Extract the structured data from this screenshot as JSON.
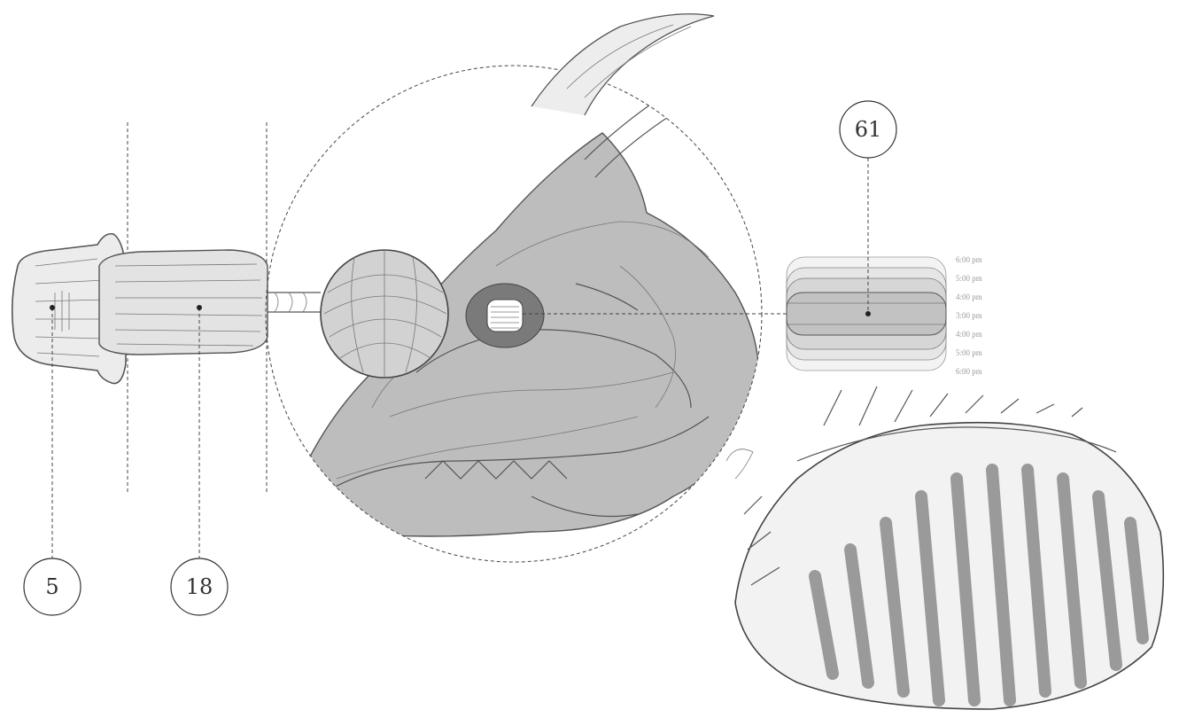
{
  "callouts": [
    {
      "id": "c5",
      "label": "5"
    },
    {
      "id": "c18",
      "label": "18"
    },
    {
      "id": "c61",
      "label": "61"
    }
  ],
  "time_scale": [
    "6:00 pm",
    "5:00 pm",
    "4:00 pm",
    "3:00 pm",
    "4:00 pm",
    "5:00 pm",
    "6:00 pm"
  ],
  "colors": {
    "fill_light": "#e6e6e6",
    "fill_mid": "#bdbdbd",
    "fill_dark": "#7a7a7a",
    "line": "#555555"
  }
}
